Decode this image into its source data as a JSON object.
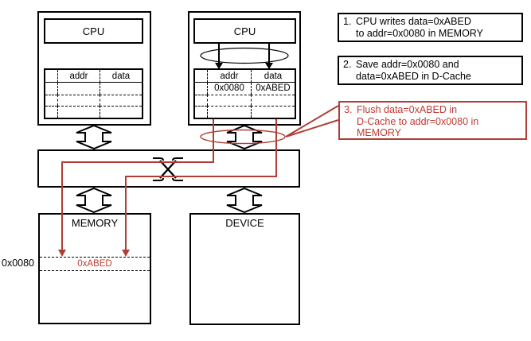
{
  "colors": {
    "black": "#000000",
    "accent_red_lines": "#b03e35",
    "accent_red_text": "#c03a32",
    "background": "#ffffff"
  },
  "cpu_left": {
    "label": "CPU",
    "cache_table": {
      "col_headers": [
        "addr",
        "data"
      ],
      "rows": [
        [
          "",
          ""
        ],
        [
          "",
          ""
        ],
        [
          "",
          ""
        ]
      ]
    }
  },
  "cpu_right": {
    "label": "CPU",
    "cache_table": {
      "col_headers": [
        "addr",
        "data"
      ],
      "rows": [
        [
          "0x0080",
          "0xABED"
        ],
        [
          "",
          ""
        ],
        [
          "",
          ""
        ]
      ]
    }
  },
  "memory": {
    "label": "MEMORY",
    "addr_label": "0x0080",
    "data_value": "0xABED"
  },
  "device": {
    "label": "DEVICE"
  },
  "steps": [
    {
      "number": "1.",
      "lines": [
        "CPU writes data=0xABED",
        "to addr=0x0080 in MEMORY"
      ]
    },
    {
      "number": "2.",
      "lines": [
        "Save addr=0x0080 and",
        "data=0xABED in D-Cache"
      ]
    },
    {
      "number": "3.",
      "lines": [
        "Flush data=0xABED in",
        "D-Cache to addr=0x0080 in",
        "MEMORY"
      ]
    }
  ]
}
